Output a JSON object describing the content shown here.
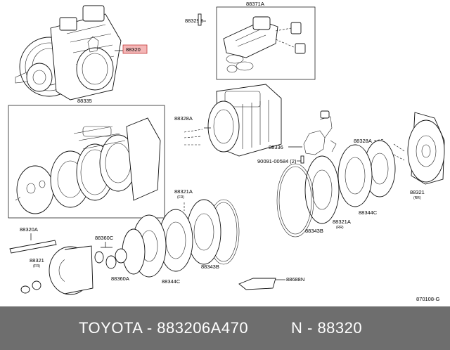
{
  "diagram_code": "870108-G",
  "labels": {
    "p88320_hl": "88320",
    "p88335": "88335",
    "p88371A": "88371A",
    "p88329E": "88329E",
    "p88328A_mid": "88328A",
    "p88328A_right": "88328A",
    "p88336": "88336",
    "p90091": "90091-00584 (2)",
    "p88321A_mid": "88321A",
    "p88321A_mid_sub": "(FR)",
    "p88321_right": "88321",
    "p88321_right_sub": "(RR)",
    "p88344C_right": "88344C",
    "p88321A_center": "88321A",
    "p88321A_center_sub": "(RR)",
    "p88343B_right": "88343B",
    "p88320A": "88320A",
    "p88321_left": "88321",
    "p88321_left_sub": "(FR)",
    "p88360C": "88360C",
    "p88360A": "88360A",
    "p88344C_left": "88344C",
    "p88343B_left": "88343B",
    "p88688N": "88688N"
  },
  "footer": {
    "left_text": "TOYOTA - 883206A470",
    "right_text": "N - 88320"
  }
}
